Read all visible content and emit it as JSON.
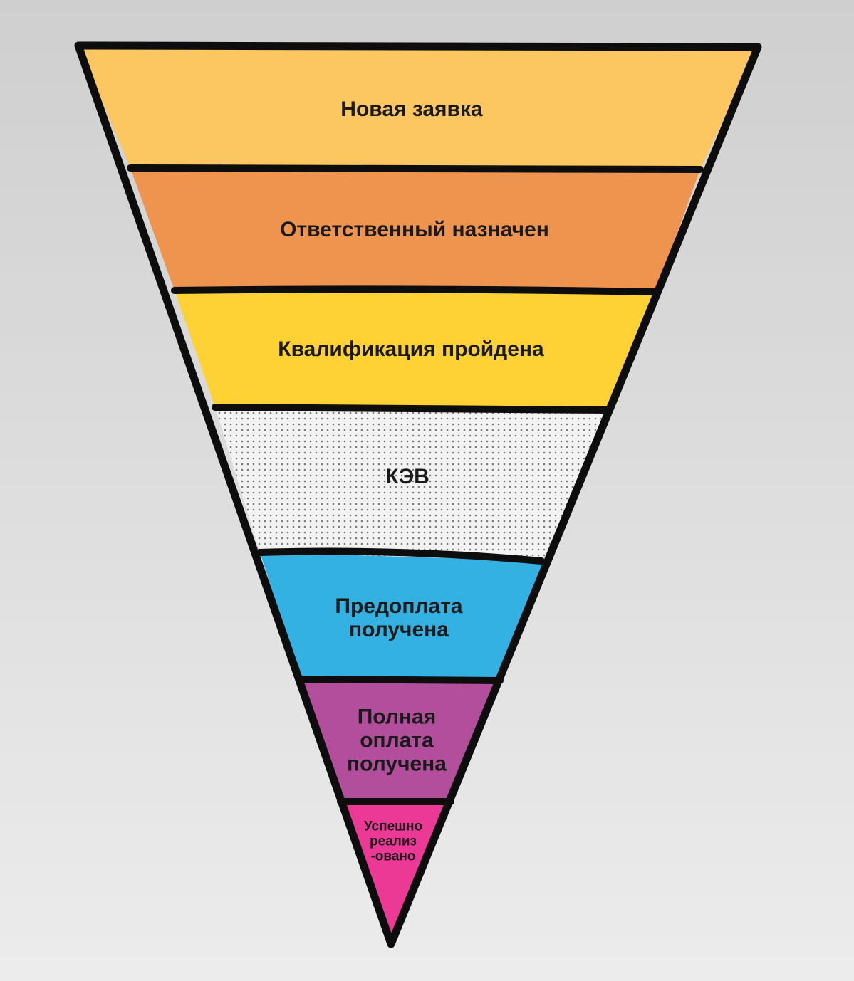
{
  "diagram": {
    "type": "inverted-funnel",
    "stages": [
      {
        "label": "Новая заявка",
        "color": "#FCC661"
      },
      {
        "label": "Ответственный назначен",
        "color": "#EE944E"
      },
      {
        "label": "Квалификация пройдена",
        "color": "#FED134"
      },
      {
        "label": "КЭВ",
        "color": "#F2F2F2",
        "pattern": "dots"
      },
      {
        "label": "Предоплата\nполучена",
        "color": "#33B1E2"
      },
      {
        "label": "Полная\nоплата\nполучена",
        "color": "#B24E9C"
      },
      {
        "label": "Успешно\nреализ\n-овано",
        "color": "#EC3996"
      }
    ],
    "outline_color": "#0d0d0d",
    "background_color": "#d8d8d8"
  }
}
